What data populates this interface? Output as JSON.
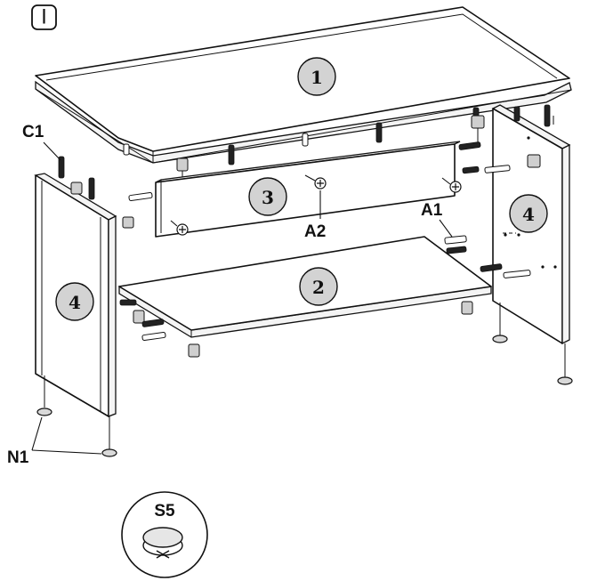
{
  "step_label": "I",
  "parts": [
    {
      "id": "top-panel",
      "number": "1"
    },
    {
      "id": "bottom-shelf",
      "number": "2"
    },
    {
      "id": "back-rail",
      "number": "3"
    },
    {
      "id": "side-panel-left",
      "number": "4"
    },
    {
      "id": "side-panel-right",
      "number": "4"
    }
  ],
  "callouts": {
    "c1": "C1",
    "a1": "A1",
    "a2": "A2",
    "n1": "N1"
  },
  "detail": {
    "label": "S5",
    "icon": "adjustable-foot-glide-icon"
  }
}
